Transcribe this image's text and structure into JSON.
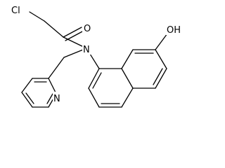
{
  "diagram": {
    "type": "chemical-structure",
    "atoms": {
      "cl": "Cl",
      "o_carbonyl": "O",
      "n_amide": "N",
      "n_pyridine": "N",
      "oh": "OH"
    }
  }
}
